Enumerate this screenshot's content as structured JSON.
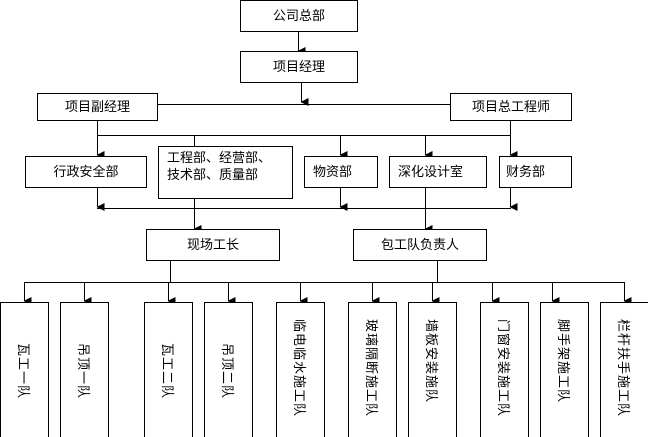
{
  "nodes": {
    "headquarters": "公司总部",
    "project_manager": "项目经理",
    "deputy_manager": "项目副经理",
    "chief_engineer": "项目总工程师",
    "admin_safety": "行政安全部",
    "engineering_line1": "工程部、经营部、",
    "engineering_line2": "技术部、质量部",
    "materials": "物资部",
    "design": "深化设计室",
    "finance": "财务部",
    "site_foreman": "现场工长",
    "contractor_lead": "包工队负责人"
  },
  "teams": [
    "瓦工一队",
    "吊顶一队",
    "瓦工二队",
    "吊顶二队",
    "临电临水施工队",
    "玻璃隔断施工队",
    "墙板安装施队",
    "门窗安装施工队",
    "脚手架施工队",
    "栏杆扶手施工队"
  ]
}
